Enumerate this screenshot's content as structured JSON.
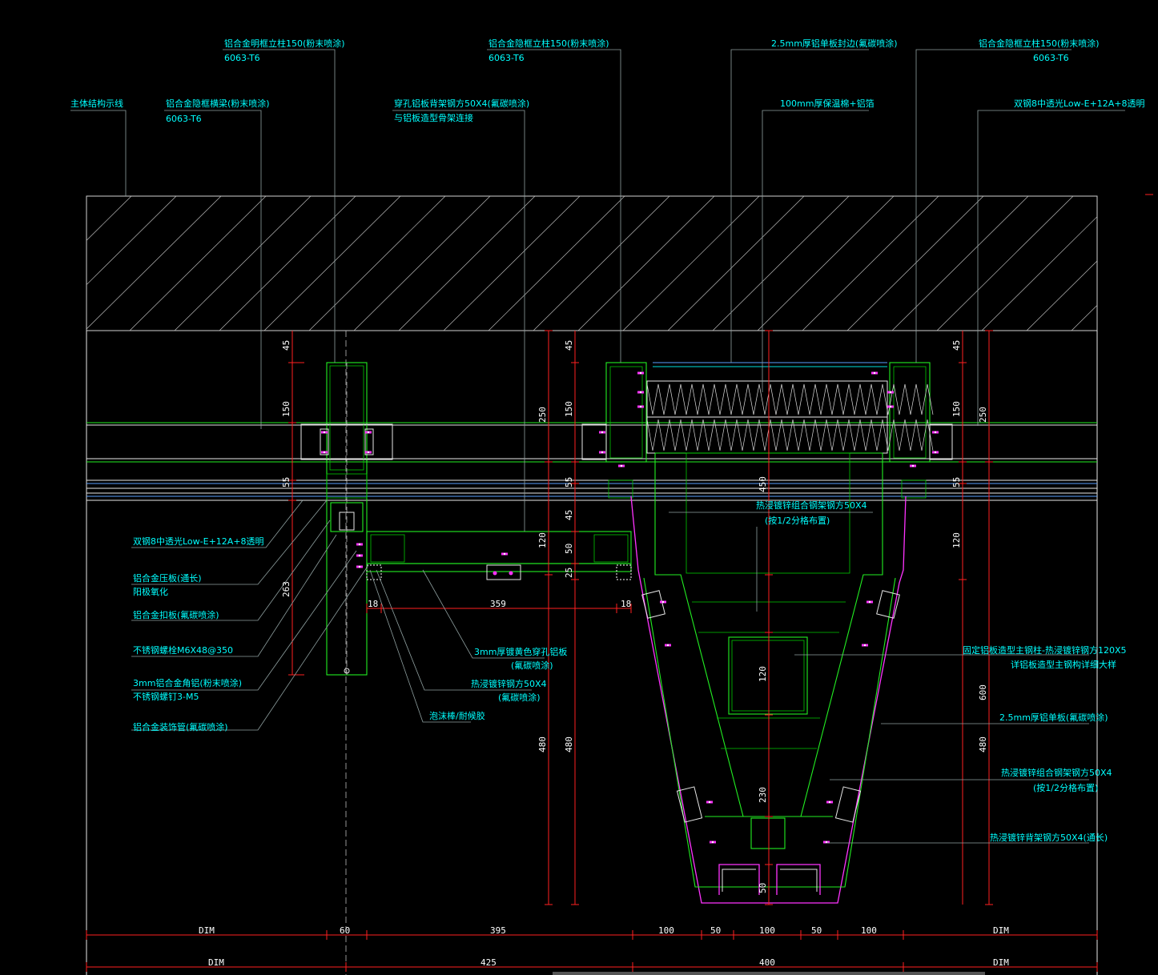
{
  "labels_top": {
    "l1a": "铝合金明框立柱150(粉末喷涂)",
    "l1b": "6063-T6",
    "l2a": "铝合金隐框立柱150(粉末喷涂)",
    "l2b": "6063-T6",
    "l3": "2.5mm厚铝单板封边(氟碳喷涂)",
    "l4a": "铝合金隐框立柱150(粉末喷涂)",
    "l4b": "6063-T6",
    "l5": "主体结构示线",
    "l6a": "铝合金隐框横梁(粉末喷涂)",
    "l6b": "6063-T6",
    "l7a": "穿孔铝板背架钢方50X4(氟碳喷涂)",
    "l7b": "与铝板造型骨架连接",
    "l8": "100mm厚保温棉+铝箔",
    "l9": "双钢8中透光Low-E+12A+8透明"
  },
  "labels_left": [
    {
      "text": "双钢8中透光Low-E+12A+8透明"
    },
    {
      "text": "铝合金压板(通长)"
    },
    {
      "text": "阳极氧化"
    },
    {
      "text": "铝合金扣板(氟碳喷涂)"
    },
    {
      "text": "不锈钢螺栓M6X48@350"
    },
    {
      "text": "3mm铝合金角铝(粉末喷涂)"
    },
    {
      "text": "不锈钢螺钉3-M5"
    },
    {
      "text": "铝合金装饰管(氟碳喷涂)"
    }
  ],
  "labels_center": {
    "c1a": "3mm厚镀黄色穿孔铝板",
    "c1b": "(氟碳喷涂)",
    "c2a": "热浸镀锌钢方50X4",
    "c2b": "(氟碳喷涂)",
    "c3": "泡沫棒/耐候胶",
    "c4a": "热浸镀锌组合钢架钢方50X4",
    "c4b": "(按1/2分格布置)"
  },
  "labels_right": [
    {
      "text": "固定铝板造型主钢柱-热浸镀锌钢方120X5"
    },
    {
      "text": "详铝板造型主钢构详细大样"
    },
    {
      "text": "2.5mm厚铝单板(氟碳喷涂)"
    },
    {
      "text": "热浸镀锌组合钢架钢方50X4"
    },
    {
      "text": "(按1/2分格布置)"
    },
    {
      "text": "热浸镀锌背架钢方50X4(通长)"
    }
  ],
  "dims_vertical": {
    "left": [
      "45",
      "150",
      "55",
      "263"
    ],
    "mid_a": [
      "250",
      "120",
      "480"
    ],
    "mid_b": [
      "45",
      "150",
      "55",
      "45",
      "50",
      "25",
      "480"
    ],
    "inner": [
      "450",
      "120",
      "230",
      "50"
    ],
    "right_a": [
      "45",
      "150",
      "55",
      "120"
    ],
    "right_b": [
      "250",
      "600",
      "480"
    ]
  },
  "dims_horizontal": {
    "mid": [
      "18",
      "359",
      "18"
    ],
    "row1": [
      "DIM",
      "60",
      "395",
      "100",
      "50",
      "100",
      "50",
      "100",
      "DIM"
    ],
    "row2": [
      "DIM",
      "425",
      "400",
      "DIM"
    ]
  },
  "colors": {
    "background": "#000000",
    "label": "#00ffff",
    "dimension": "#ff2020",
    "profile": "#22ee22",
    "panel": "#ff33ff"
  }
}
